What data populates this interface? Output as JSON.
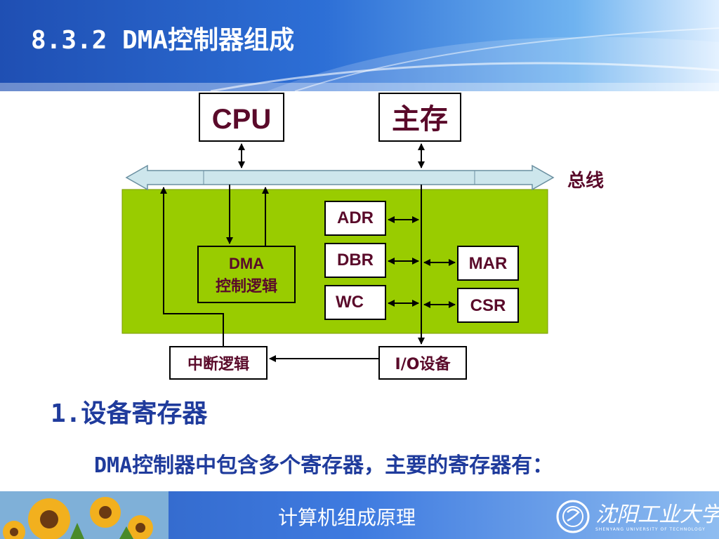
{
  "header": {
    "title": "8.3.2 DMA控制器组成"
  },
  "diagram": {
    "cpu": "CPU",
    "memory": "主存",
    "bus_label": "总线",
    "adr": "ADR",
    "dbr": "DBR",
    "wc": "WC",
    "mar": "MAR",
    "csr": "CSR",
    "dma_logic_line1": "DMA",
    "dma_logic_line2": "控制逻辑",
    "interrupt_logic": "中断逻辑",
    "io_device": "I/O设备"
  },
  "content": {
    "section_number": "1.",
    "section_title": "设备寄存器",
    "body_prefix": "DMA",
    "body_rest": "控制器中包含多个寄存器，主要的寄存器有："
  },
  "footer": {
    "course_title": "计算机组成原理",
    "university_cn": "沈阳工业大学",
    "university_en": "SHENYANG UNIVERSITY OF TECHNOLOGY"
  },
  "colors": {
    "header_blue": "#2d6fd6",
    "controller_green": "#99cc00",
    "bus_fill": "#cde6ec",
    "box_text": "#5a0a2a",
    "body_text": "#1f3b9c"
  }
}
